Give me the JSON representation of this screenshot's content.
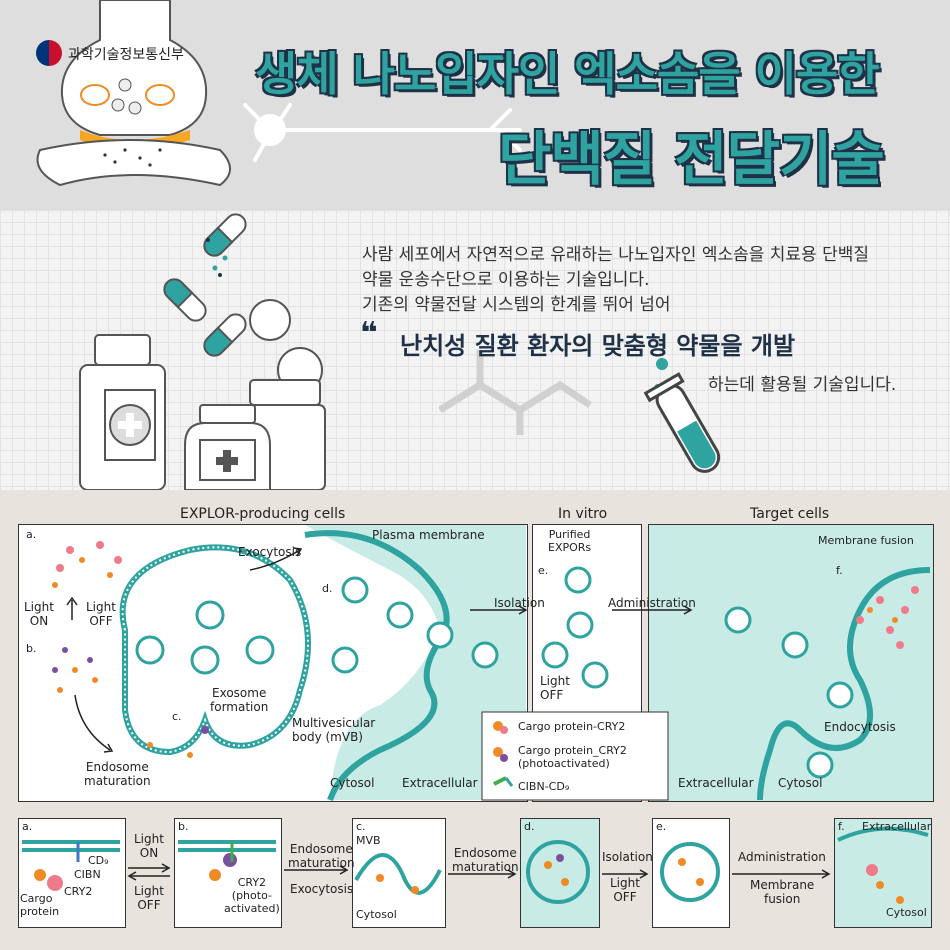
{
  "header": {
    "agency": "과학기술정보통신부",
    "title_line1": "생체 나노입자인 엑소솜을 이용한",
    "title_line2": "단백질 전달기술"
  },
  "intro": {
    "line1": "사람 세포에서 자연적으로 유래하는 나노입자인 엑소솜을 치료용 단백질",
    "line2": "약물 운송수단으로 이용하는 기술입니다.",
    "line3": "기존의 약물전달 시스템의 한계를 뛰어 넘어",
    "quote_mark": "❝",
    "highlight": "난치성 질환 환자의 맞춤형 약물을 개발",
    "line4": "하는데 활용될 기술입니다."
  },
  "diagram": {
    "sections": {
      "explor": "EXPLOR-producing cells",
      "invitro": "In vitro",
      "target": "Target cells"
    },
    "labels": {
      "a": "a.",
      "b": "b.",
      "c": "c.",
      "d": "d.",
      "e": "e.",
      "f": "f.",
      "light_on": "Light\nON",
      "light_off": "Light\nOFF",
      "exocytosis": "Exocytosis",
      "plasma_membrane": "Plasma membrane",
      "exosome_formation": "Exosome\nformation",
      "endosome_maturation": "Endosome\nmaturation",
      "multivesicular": "Multivesicular\nbody (mVB)",
      "cytosol": "Cytosol",
      "extracellular": "Extracellular",
      "purified": "Purified\nEXPORs",
      "isolation": "Isolation",
      "administration": "Administration",
      "membrane_fusion": "Membrane fusion",
      "endocytosis": "Endocytosis",
      "light_off_e": "Light\nOFF"
    },
    "legend": {
      "item1": "Cargo protein-CRY2",
      "item2": "Cargo protein_CRY2\n(photoactivated)",
      "item3": "CIBN-CD₉"
    },
    "bottom": {
      "a_label": "a.",
      "cd9": "CD₉",
      "cibn": "CIBN",
      "cry2": "CRY2",
      "cargo": "Cargo\nprotein",
      "light_on": "Light\nON",
      "light_off": "Light\nOFF",
      "b_label": "b.",
      "cry2_photo": "CRY2\n(photo-\nactivated)",
      "endosome_maturation": "Endosome\nmaturation",
      "exocytosis": "Exocytosis",
      "c_label": "c.",
      "mvb": "MVB",
      "cytosol": "Cytosol",
      "endosome_maturation2": "Endosome\nmaturation",
      "d_label": "d.",
      "isolation": "Isolation",
      "light_off2": "Light\nOFF",
      "e_label": "e.",
      "administration": "Administration",
      "membrane_fusion": "Membrane\nfusion",
      "f_label": "f.",
      "extracellular": "Extracellular",
      "cytosol2": "Cytosol"
    }
  },
  "colors": {
    "teal": "#2ea3a0",
    "navy": "#1e3147",
    "orange": "#f08a24",
    "pink": "#f07a8a",
    "purple": "#7b4fa0",
    "green": "#3fae49",
    "cell_fill": "#c9ebe6"
  }
}
